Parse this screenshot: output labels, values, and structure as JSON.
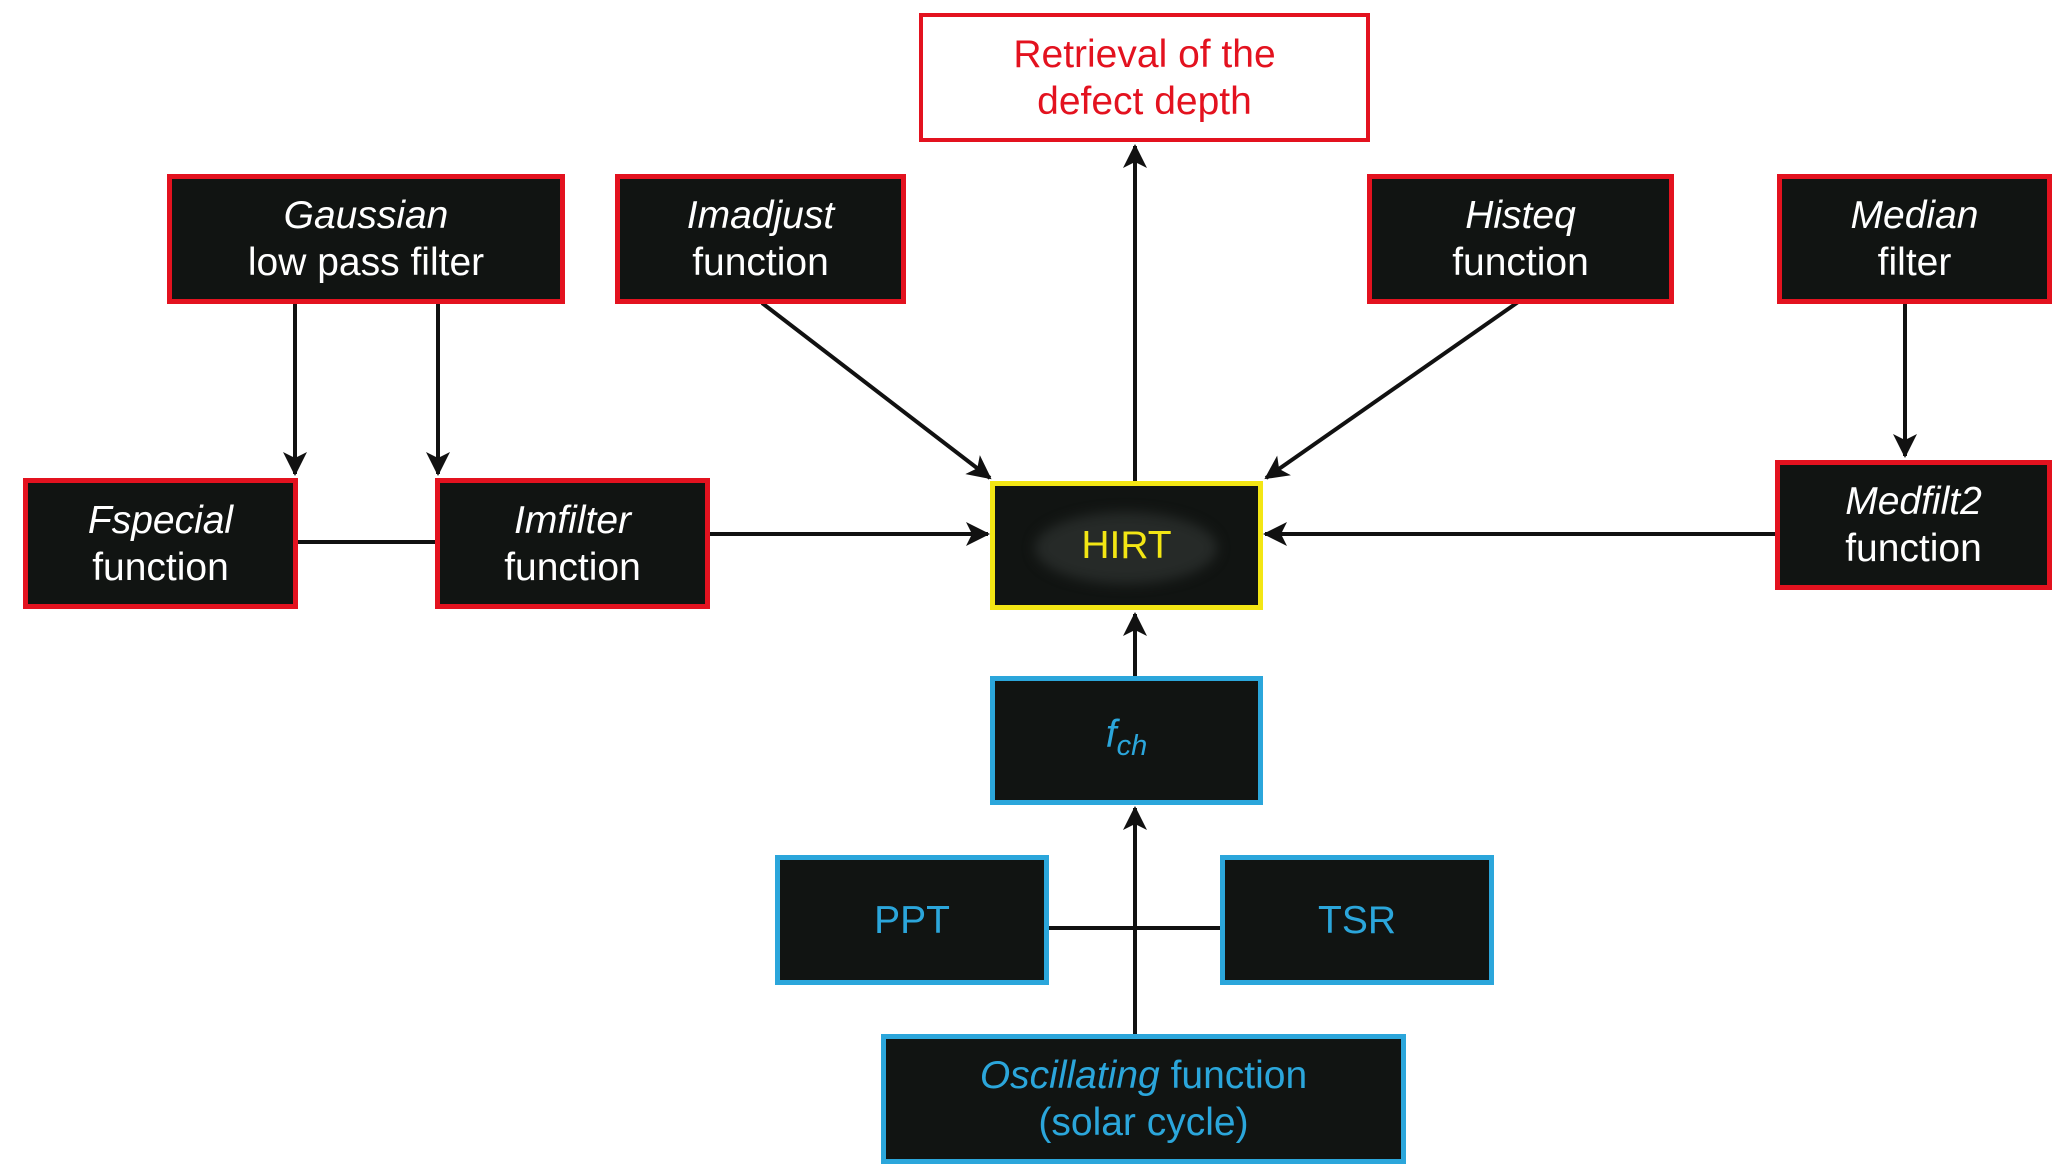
{
  "nodes": {
    "retrieval": {
      "line1": "Retrieval of the",
      "line2": "defect depth"
    },
    "gaussian": {
      "line1": "Gaussian",
      "line2": "low pass filter"
    },
    "imadjust": {
      "line1": "Imadjust",
      "line2": "function"
    },
    "histeq": {
      "line1": "Histeq",
      "line2": "function"
    },
    "median": {
      "line1": "Median",
      "line2": "filter"
    },
    "fspecial": {
      "line1": "Fspecial",
      "line2": "function"
    },
    "imfilter": {
      "line1": "Imfilter",
      "line2": "function"
    },
    "hirt": {
      "label": "HIRT"
    },
    "medfilt2": {
      "line1": "Medfilt2",
      "line2": "function"
    },
    "fch": {
      "base": "f",
      "sub": "ch"
    },
    "ppt": {
      "label": "PPT"
    },
    "tsr": {
      "label": "TSR"
    },
    "oscillating": {
      "line1_italic": "Oscillating",
      "line1_rest": " function",
      "line2": "(solar cycle)"
    }
  },
  "colors": {
    "box_fill": "#111412",
    "filter_border": "#e3121f",
    "core_border": "#f3e614",
    "input_border": "#2ba6db",
    "arrow": "#111111"
  }
}
